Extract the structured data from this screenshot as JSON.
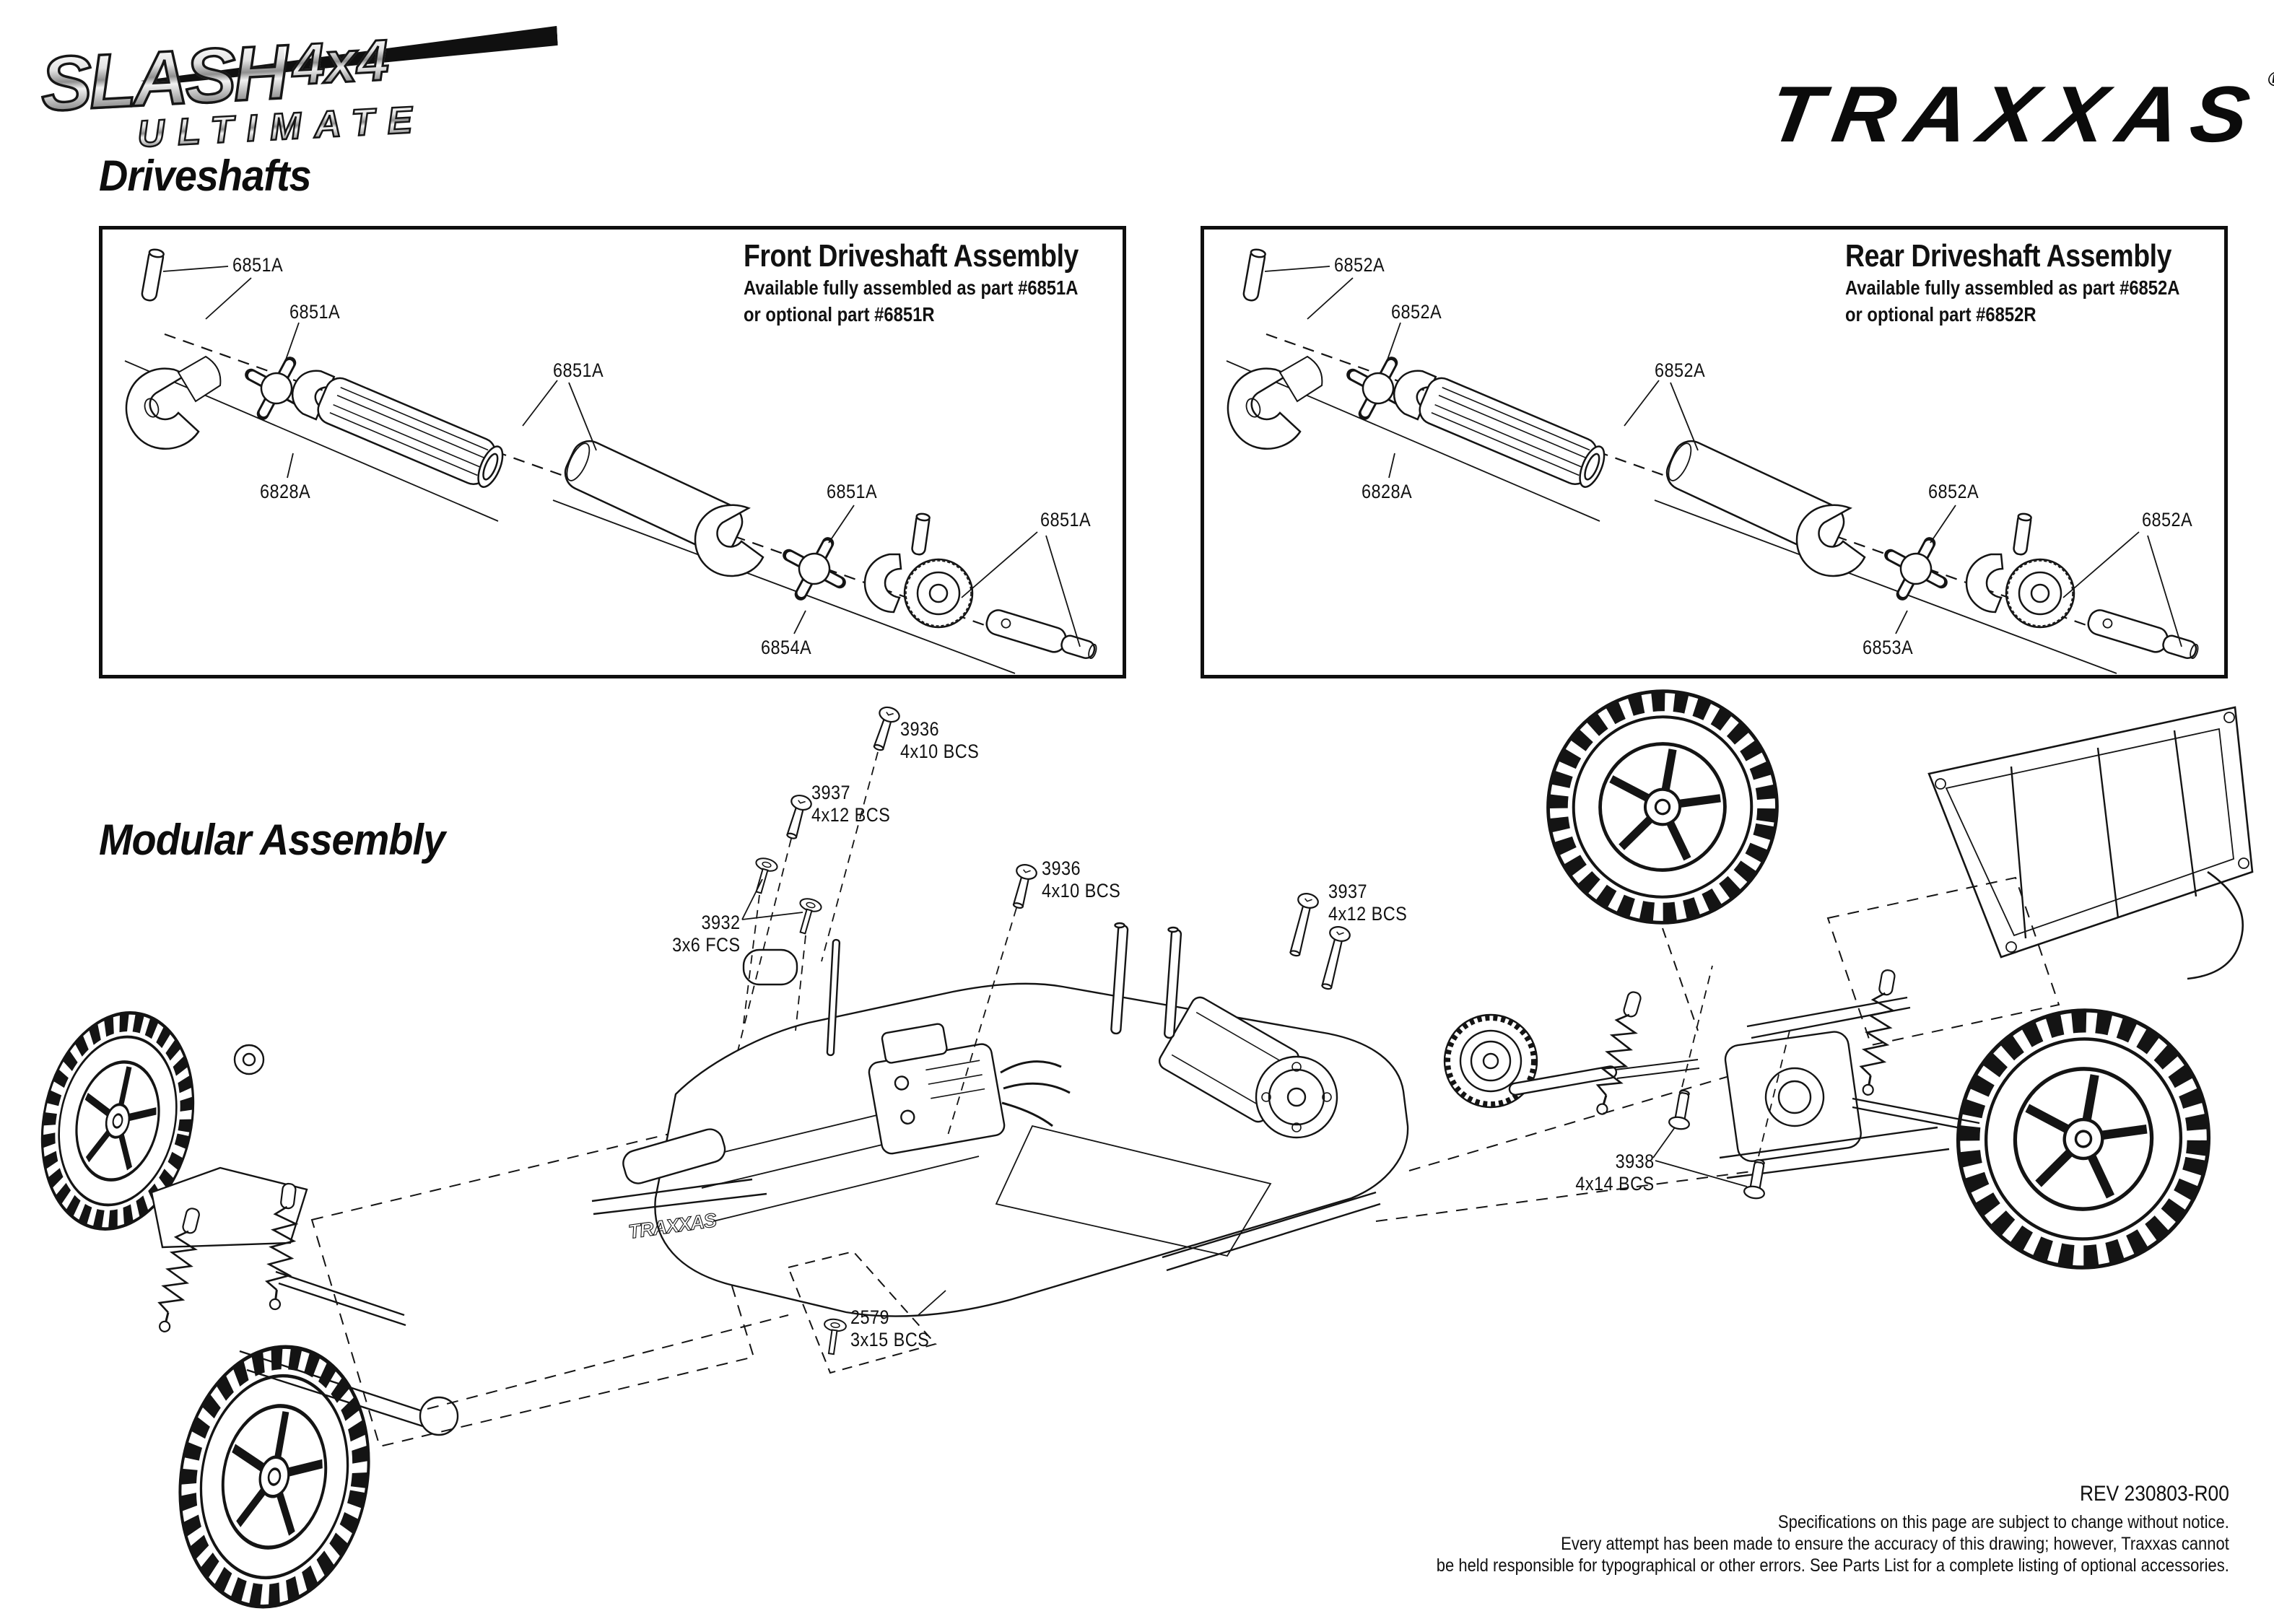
{
  "branding": {
    "product_logo": {
      "name": "SLASH",
      "badge": "4x4",
      "subtitle": "ULTIMATE"
    },
    "brand_logo": {
      "name": "TRAXXAS",
      "registered": "®"
    }
  },
  "driveshafts": {
    "heading": "Driveshafts",
    "front_box": {
      "title": "Front Driveshaft Assembly",
      "availability_line1": "Available fully assembled as part #6851A",
      "availability_line2": "or optional part #6851R",
      "labels": [
        {
          "text": "6851A"
        },
        {
          "text": "6851A"
        },
        {
          "text": "6851A"
        },
        {
          "text": "6828A"
        },
        {
          "text": "6851A"
        },
        {
          "text": "6851A"
        },
        {
          "text": "6854A"
        }
      ]
    },
    "rear_box": {
      "title": "Rear Driveshaft Assembly",
      "availability_line1": "Available fully assembled as part #6852A",
      "availability_line2": "or optional part #6852R",
      "labels": [
        {
          "text": "6852A"
        },
        {
          "text": "6852A"
        },
        {
          "text": "6852A"
        },
        {
          "text": "6828A"
        },
        {
          "text": "6852A"
        },
        {
          "text": "6852A"
        },
        {
          "text": "6853A"
        }
      ]
    }
  },
  "modular_assembly": {
    "heading": "Modular Assembly",
    "chassis_logo": "TRAXXAS",
    "fastener_labels": [
      {
        "part": "3936",
        "spec": "4x10 BCS"
      },
      {
        "part": "3937",
        "spec": "4x12 BCS"
      },
      {
        "part": "3936",
        "spec": "4x10 BCS"
      },
      {
        "part": "3932",
        "spec": "3x6 FCS"
      },
      {
        "part": "3937",
        "spec": "4x12 BCS"
      },
      {
        "part": "3938",
        "spec": "4x14 BCS"
      },
      {
        "part": "2579",
        "spec": "3x15 BCS"
      }
    ]
  },
  "footer": {
    "revision": "REV 230803-R00",
    "disclaimer_line1": "Specifications on this page are subject to change without notice.",
    "disclaimer_line2": "Every attempt has been made to ensure the accuracy of this drawing; however, Traxxas cannot",
    "disclaimer_line3": "be held responsible for typographical or other errors. See Parts List for a complete listing of optional accessories."
  }
}
